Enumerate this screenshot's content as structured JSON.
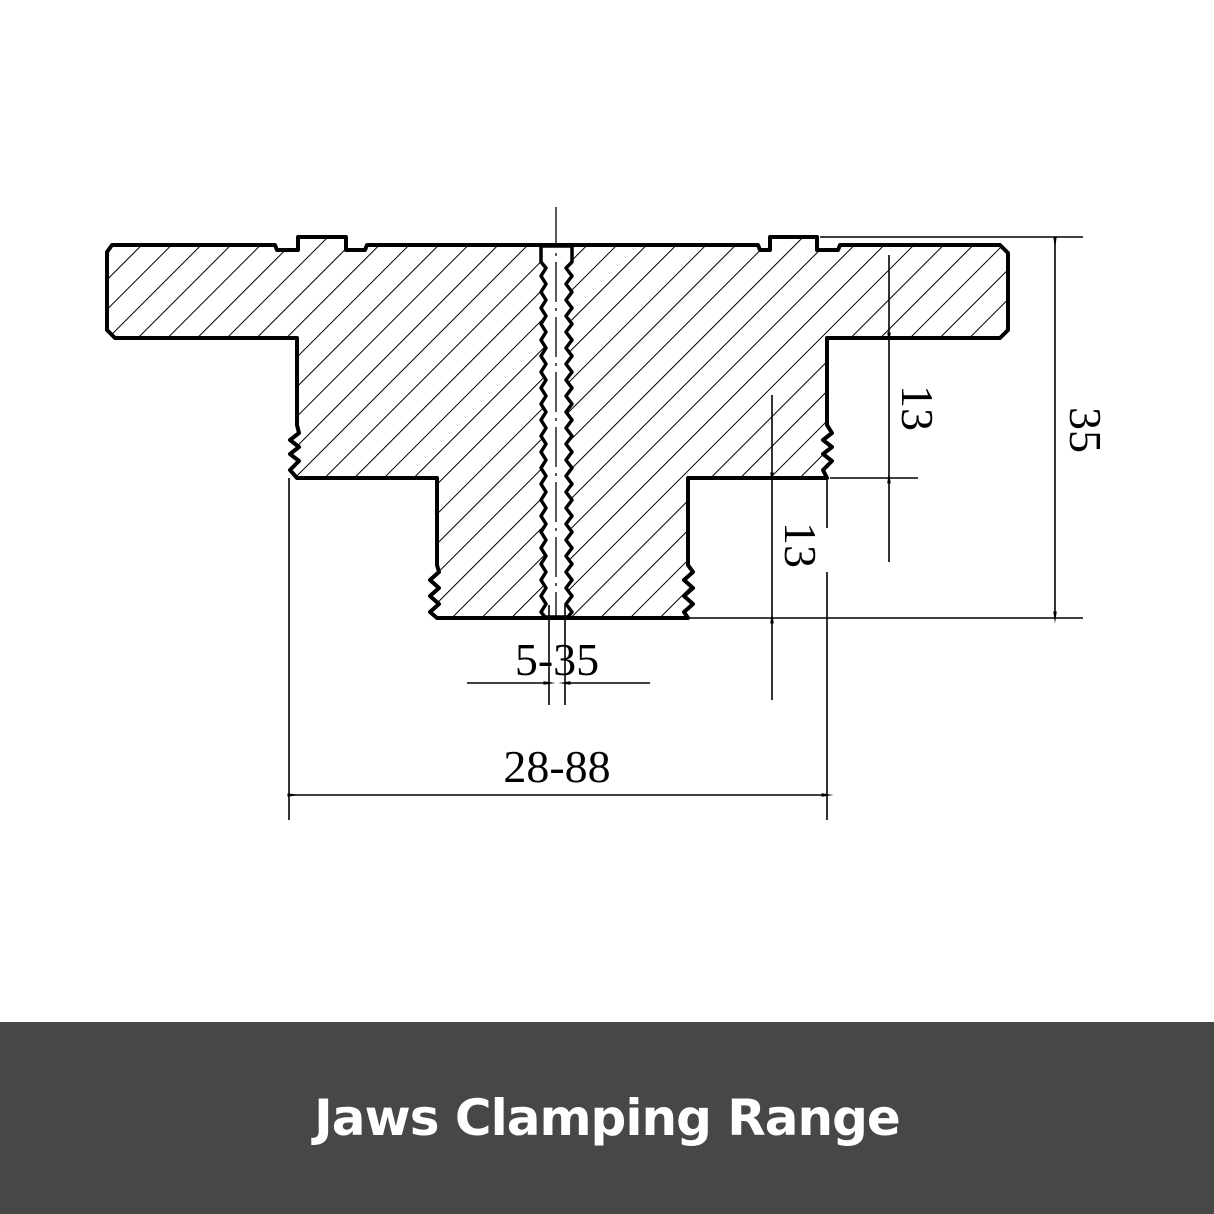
{
  "drawing": {
    "dimensions": {
      "total_height": "35",
      "flange_height": "13",
      "step_height": "13",
      "inner_range": "5-35",
      "outer_range": "28-88"
    }
  },
  "banner": {
    "title": "Jaws Clamping Range",
    "background_color": "#474747",
    "text_color": "#ffffff"
  }
}
